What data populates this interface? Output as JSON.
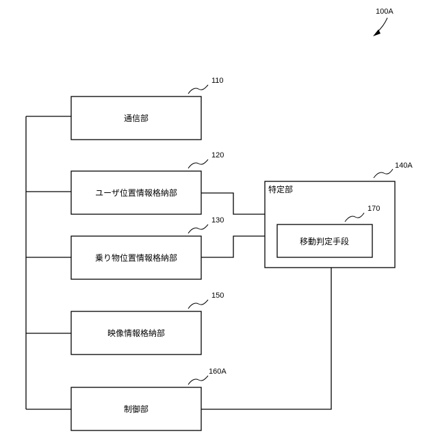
{
  "figure_ref": "100A",
  "blocks": {
    "communication": {
      "ref": "110",
      "label": "通信部"
    },
    "user_position_storage": {
      "ref": "120",
      "label": "ユーザ位置情報格納部"
    },
    "vehicle_position_storage": {
      "ref": "130",
      "label": "乗り物位置情報格納部"
    },
    "video_storage": {
      "ref": "150",
      "label": "映像情報格納部"
    },
    "control": {
      "ref": "160A",
      "label": "制御部"
    },
    "identification": {
      "ref": "140A",
      "label": "特定部"
    },
    "movement_judgment": {
      "ref": "170",
      "label": "移動判定手段"
    }
  }
}
